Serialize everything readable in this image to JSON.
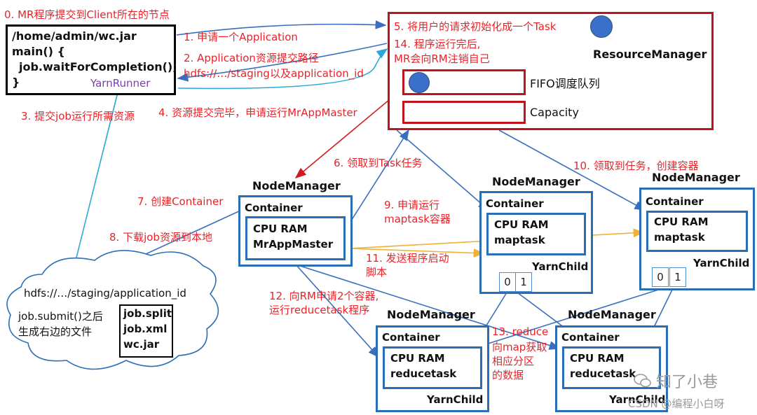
{
  "labels": {
    "step0": "0. MR程序提交到Client所在的节点",
    "step1": "1. 申请一个Application",
    "step2a": "2. Application资源提交路径",
    "step2b": "hdfs://…/staging以及application_id",
    "step3": "3. 提交job运行所需资源",
    "step4": "4. 资源提交完毕，申请运行MrAppMaster",
    "step5": "5. 将用户的请求初始化成一个Task",
    "step14a": "14. 程序运行完后,",
    "step14b": "MR会向RM注销自己",
    "step6": "6. 领取到Task任务",
    "step7": "7. 创建Container",
    "step8": "8. 下载job资源到本地",
    "step9a": "9. 申请运行",
    "step9b": "maptask容器",
    "step10": "10. 领取到任务，创建容器",
    "step11a": "11. 发送程序启动",
    "step11b": "脚本",
    "step12a": "12. 向RM申请2个容器,",
    "step12b": "运行reducetask程序",
    "step13a": "13. reduce",
    "step13b": "向map获取",
    "step13c": "相应分区",
    "step13d": "的数据"
  },
  "client": {
    "line1": "/home/admin/wc.jar",
    "line2": "main() {",
    "line3": "job.waitForCompletion();",
    "line4": "}",
    "runner": "YarnRunner"
  },
  "resource_manager": {
    "title": "ResourceManager",
    "queue1": "FIFO调度队列",
    "queue2": "Capacity"
  },
  "hdfs": {
    "path": "hdfs://…/staging/application_id",
    "note1": "job.submit()之后",
    "note2": "生成右边的文件",
    "files": [
      "job.split",
      "job.xml",
      "wc.jar"
    ]
  },
  "node_managers": [
    {
      "title": "NodeManager",
      "container": "Container",
      "cpu": "CPU RAM",
      "task": "MrAppMaster"
    },
    {
      "title": "NodeManager",
      "container": "Container",
      "cpu": "CPU RAM",
      "task": "maptask",
      "child": "YarnChild",
      "cells": [
        "0",
        "1"
      ]
    },
    {
      "title": "NodeManager",
      "container": "Container",
      "cpu": "CPU RAM",
      "task": "maptask",
      "child": "YarnChild",
      "cells": [
        "0",
        "1"
      ]
    },
    {
      "title": "NodeManager",
      "container": "Container",
      "cpu": "CPU RAM",
      "task": "reducetask",
      "child": "YarnChild"
    },
    {
      "title": "NodeManager",
      "container": "Container",
      "cpu": "CPU RAM",
      "task": "reducetask",
      "child": "YarnChild"
    }
  ],
  "watermark": {
    "brand": "知了小巷",
    "credit": "CSDN @编程小白呀"
  },
  "colors": {
    "red": "#e8232a",
    "dark_red": "#c0141c",
    "blue": "#2a6fb5",
    "cyan": "#2aa8d8",
    "orange": "#f2b134",
    "node_blue": "#3b6fc8"
  }
}
